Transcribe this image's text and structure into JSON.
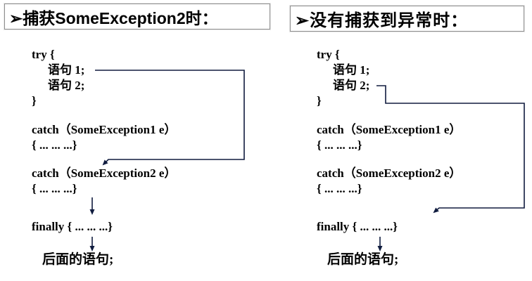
{
  "panels": {
    "left": {
      "header": "➢捕获SomeException2时：",
      "code": {
        "try_open": "try {",
        "stmt1": "语句 1;",
        "stmt2": "语句 2;",
        "try_close": "}",
        "catch1": "catch（SomeException1 e）",
        "catch1_body": "{ ... ... ...}",
        "catch2": "catch（SomeException2 e）",
        "catch2_body": "{ ... ... ...}",
        "finally_line": "finally { ... ... ...}",
        "after": "后面的语句;"
      }
    },
    "right": {
      "header": "➢没有捕获到异常时：",
      "code": {
        "try_open": "try {",
        "stmt1": "语句 1;",
        "stmt2": "语句 2;",
        "try_close": "}",
        "catch1": "catch（SomeException1 e）",
        "catch1_body": "{ ... ... ...}",
        "catch2": "catch（SomeException2 e）",
        "catch2_body": "{ ... ... ...}",
        "finally_line": "finally { ... ... ...}",
        "after": "后面的语句;"
      }
    }
  },
  "colors": {
    "arrow": "#101c3f",
    "text": "#000000",
    "header_border": "#8f8f8f",
    "background": "#ffffff"
  }
}
